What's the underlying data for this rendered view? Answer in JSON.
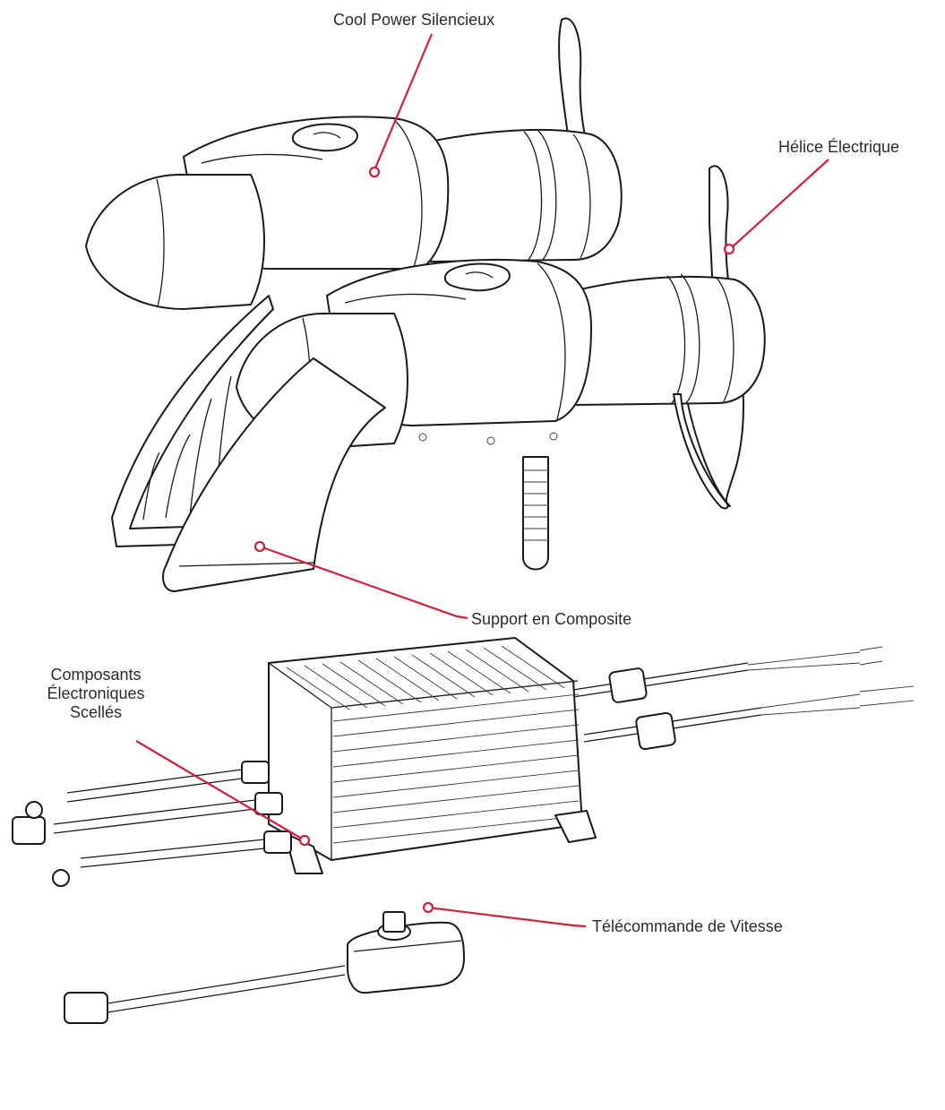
{
  "labels": {
    "cool_power": "Cool Power Silencieux",
    "helice": "Hélice Électrique",
    "support": "Support en Composite",
    "composants_1": "Composants",
    "composants_2": "Électroniques",
    "composants_3": "Scellés",
    "telecommande": "Télécommande de Vitesse"
  },
  "colors": {
    "leader": "#d0213c",
    "outline": "#1a1a1a",
    "text": "#2b2b2b"
  }
}
